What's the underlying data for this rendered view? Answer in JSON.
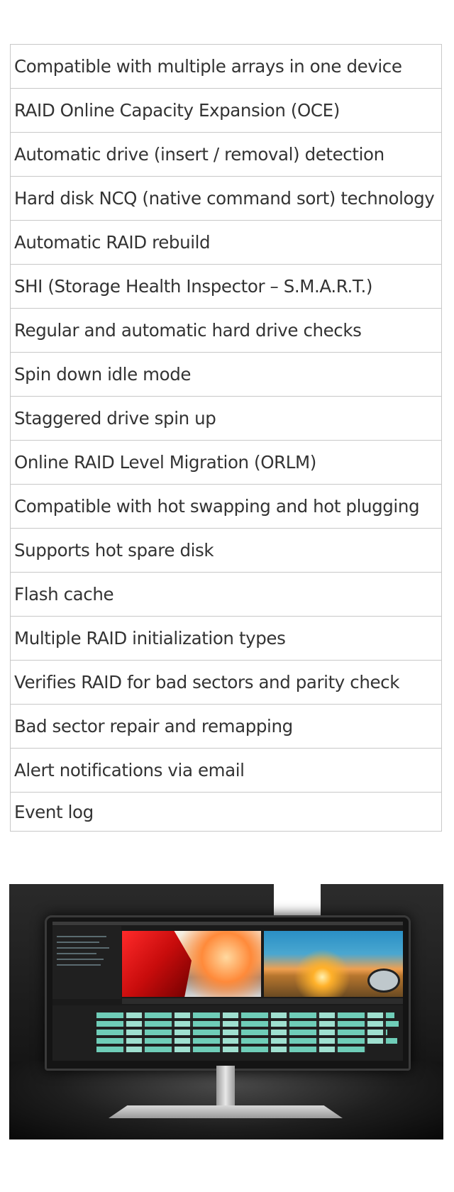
{
  "features": [
    "Compatible with multiple arrays in one device",
    "RAID Online Capacity Expansion (OCE)",
    "Automatic drive (insert / removal) detection",
    "Hard disk NCQ (native command sort) technology",
    "Automatic RAID rebuild",
    "SHI (Storage Health Inspector – S.M.A.R.T.)",
    "Regular and automatic hard drive checks",
    "Spin down idle mode",
    "Staggered drive spin up",
    "Online RAID Level Migration (ORLM)",
    "Compatible with hot swapping and hot plugging",
    "Supports hot spare disk",
    "Flash cache",
    "Multiple RAID initialization types",
    "Verifies RAID for bad sectors and parity check",
    "Bad sector repair and remapping",
    "Alert notifications via email",
    "Event log"
  ],
  "colors": {
    "border": "#c8c8c8",
    "text": "#333333",
    "clip_accent": "#6fcdb8"
  }
}
